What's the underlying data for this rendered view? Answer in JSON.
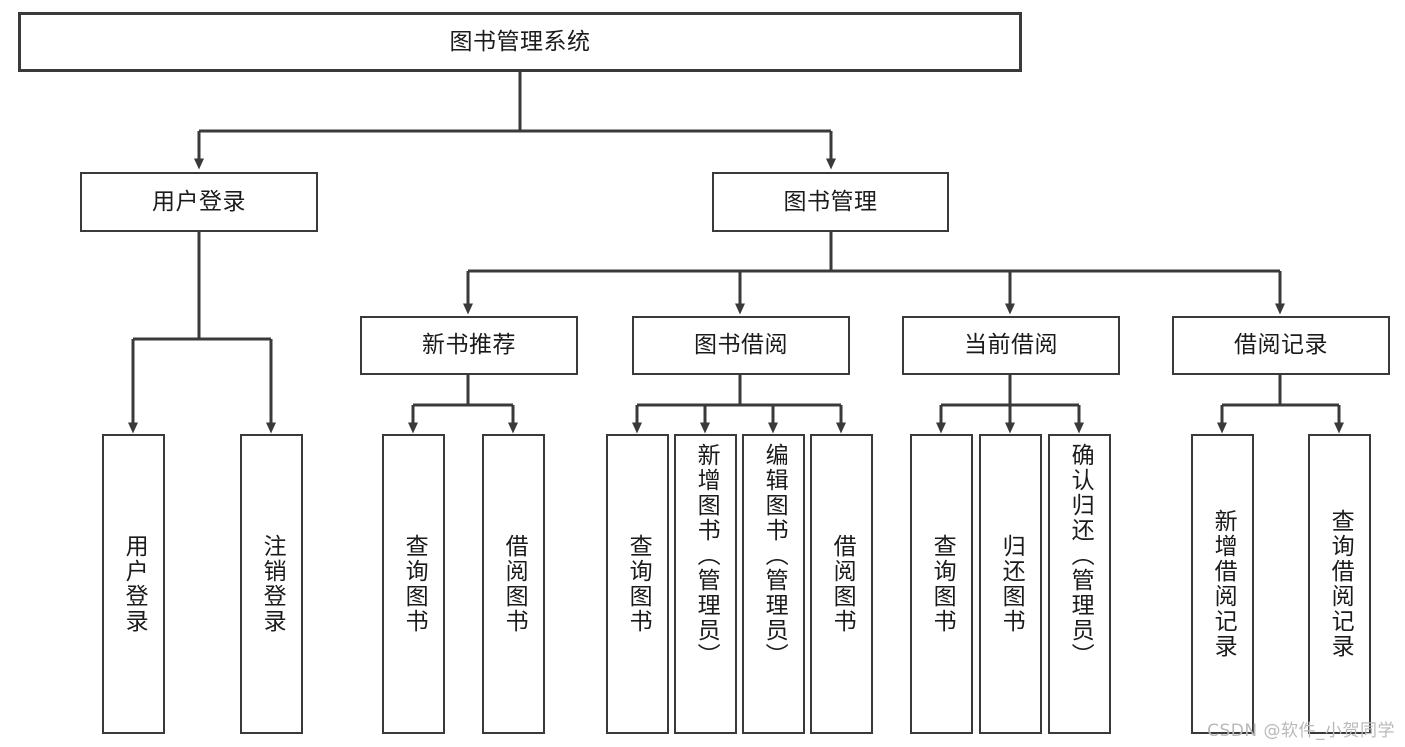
{
  "diagram": {
    "title": "图书管理系统",
    "type": "hierarchy-tree",
    "orientation": "top-down",
    "colors": {
      "box_border": "#3a3a3a",
      "box_fill": "#ffffff",
      "edge": "#3a3a3a",
      "text": "#1b1b1b",
      "watermark": "#b9b9b9"
    },
    "nodes": {
      "root": {
        "label": "图书管理系统"
      },
      "level2": [
        {
          "label": "用户登录"
        },
        {
          "label": "图书管理"
        }
      ],
      "level3": [
        {
          "label": "新书推荐"
        },
        {
          "label": "图书借阅"
        },
        {
          "label": "当前借阅"
        },
        {
          "label": "借阅记录"
        }
      ],
      "leaves_user_login": [
        {
          "label": "用户登录"
        },
        {
          "label": "注销登录"
        }
      ],
      "leaves_new_book": [
        {
          "label": "查询图书"
        },
        {
          "label": "借阅图书"
        }
      ],
      "leaves_borrow": [
        {
          "label": "查询图书"
        },
        {
          "label": "新增图书（管理员）"
        },
        {
          "label": "编辑图书（管理员）"
        },
        {
          "label": "借阅图书"
        }
      ],
      "leaves_current": [
        {
          "label": "查询图书"
        },
        {
          "label": "归还图书"
        },
        {
          "label": "确认归还（管理员）"
        }
      ],
      "leaves_records": [
        {
          "label": "新增借阅记录"
        },
        {
          "label": "查询借阅记录"
        }
      ]
    }
  },
  "watermark": {
    "text": "CSDN @软件_小贺同学"
  }
}
